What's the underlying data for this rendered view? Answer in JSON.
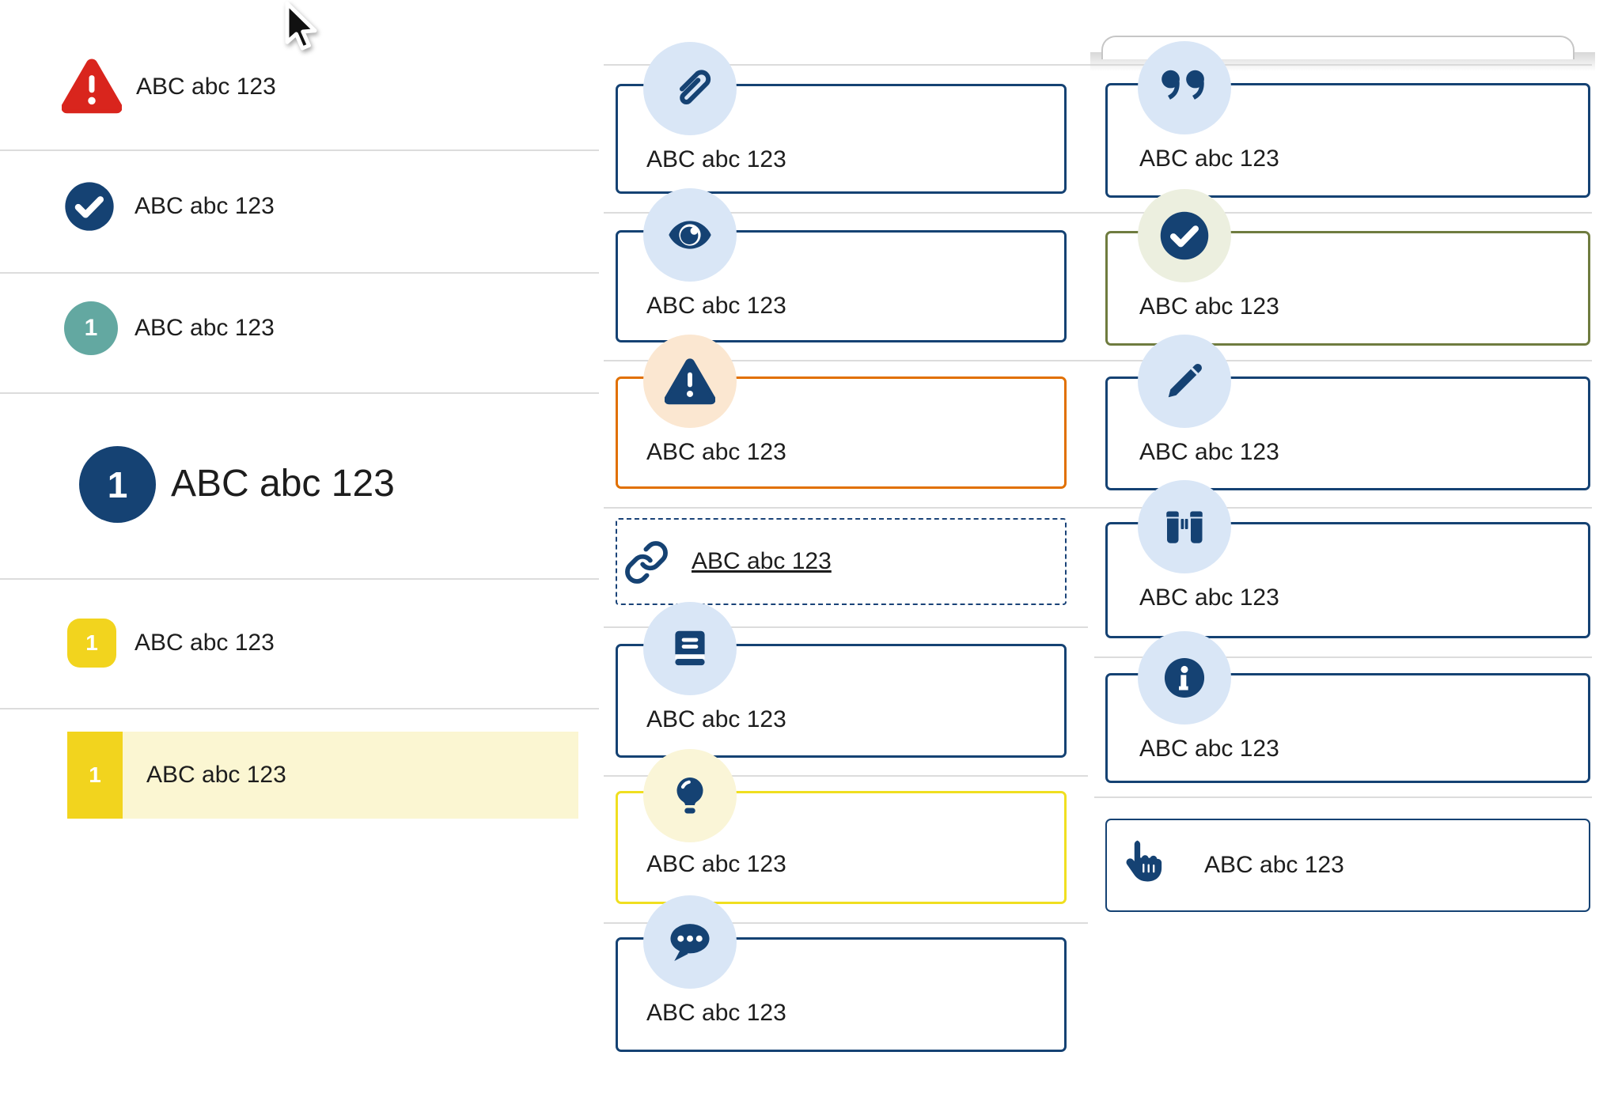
{
  "colors": {
    "primary_navy": "#154273",
    "alert_red": "#d9251d",
    "warning_orange": "#e17000",
    "tip_yellow": "#f0df20",
    "success_olive": "#6f7c3f",
    "badge_teal": "#63a8a1",
    "badge_yellow": "#f2d41e",
    "highlight_row_bg": "#fbf6d2",
    "icon_circle_blue": "#d9e6f6",
    "icon_circle_peach": "#fbe7d1",
    "icon_circle_paleyellow": "#faf5d7",
    "icon_circle_sage": "#ecefdf",
    "text": "#1d1d1d",
    "separator": "#dcdcdc"
  },
  "left_list": {
    "rows": [
      {
        "icon": "alert-triangle-icon",
        "label": "ABC abc 123"
      },
      {
        "icon": "check-circle-icon",
        "label": "ABC abc 123"
      },
      {
        "icon": "numbered-badge-teal",
        "badge": "1",
        "label": "ABC abc 123"
      },
      {
        "icon": "numbered-badge-navy-large",
        "badge": "1",
        "label": "ABC abc 123"
      },
      {
        "icon": "numbered-badge-yellow",
        "badge": "1",
        "label": "ABC abc 123"
      },
      {
        "icon": "numbered-badge-yellow",
        "badge": "1",
        "label": "ABC abc 123",
        "highlighted": true
      }
    ]
  },
  "middle_cards": [
    {
      "icon": "paperclip-icon",
      "label": "ABC abc 123",
      "variant": "default"
    },
    {
      "icon": "eye-icon",
      "label": "ABC abc 123",
      "variant": "default"
    },
    {
      "icon": "warning-icon",
      "label": "ABC abc 123",
      "variant": "warning"
    },
    {
      "icon": "link-icon",
      "label": "ABC abc 123",
      "variant": "link"
    },
    {
      "icon": "book-icon",
      "label": "ABC abc 123",
      "variant": "default"
    },
    {
      "icon": "lightbulb-icon",
      "label": "ABC abc 123",
      "variant": "tip"
    },
    {
      "icon": "chat-icon",
      "label": "ABC abc 123",
      "variant": "default"
    }
  ],
  "right_cards": [
    {
      "icon": "quote-icon",
      "label": "ABC abc 123",
      "variant": "default"
    },
    {
      "icon": "check-icon",
      "label": "ABC abc 123",
      "variant": "success"
    },
    {
      "icon": "pencil-icon",
      "label": "ABC abc 123",
      "variant": "default"
    },
    {
      "icon": "binoculars-icon",
      "label": "ABC abc 123",
      "variant": "default"
    },
    {
      "icon": "info-icon",
      "label": "ABC abc 123",
      "variant": "default"
    },
    {
      "icon": "hand-pointer-icon",
      "label": "ABC abc 123",
      "variant": "compact"
    }
  ]
}
